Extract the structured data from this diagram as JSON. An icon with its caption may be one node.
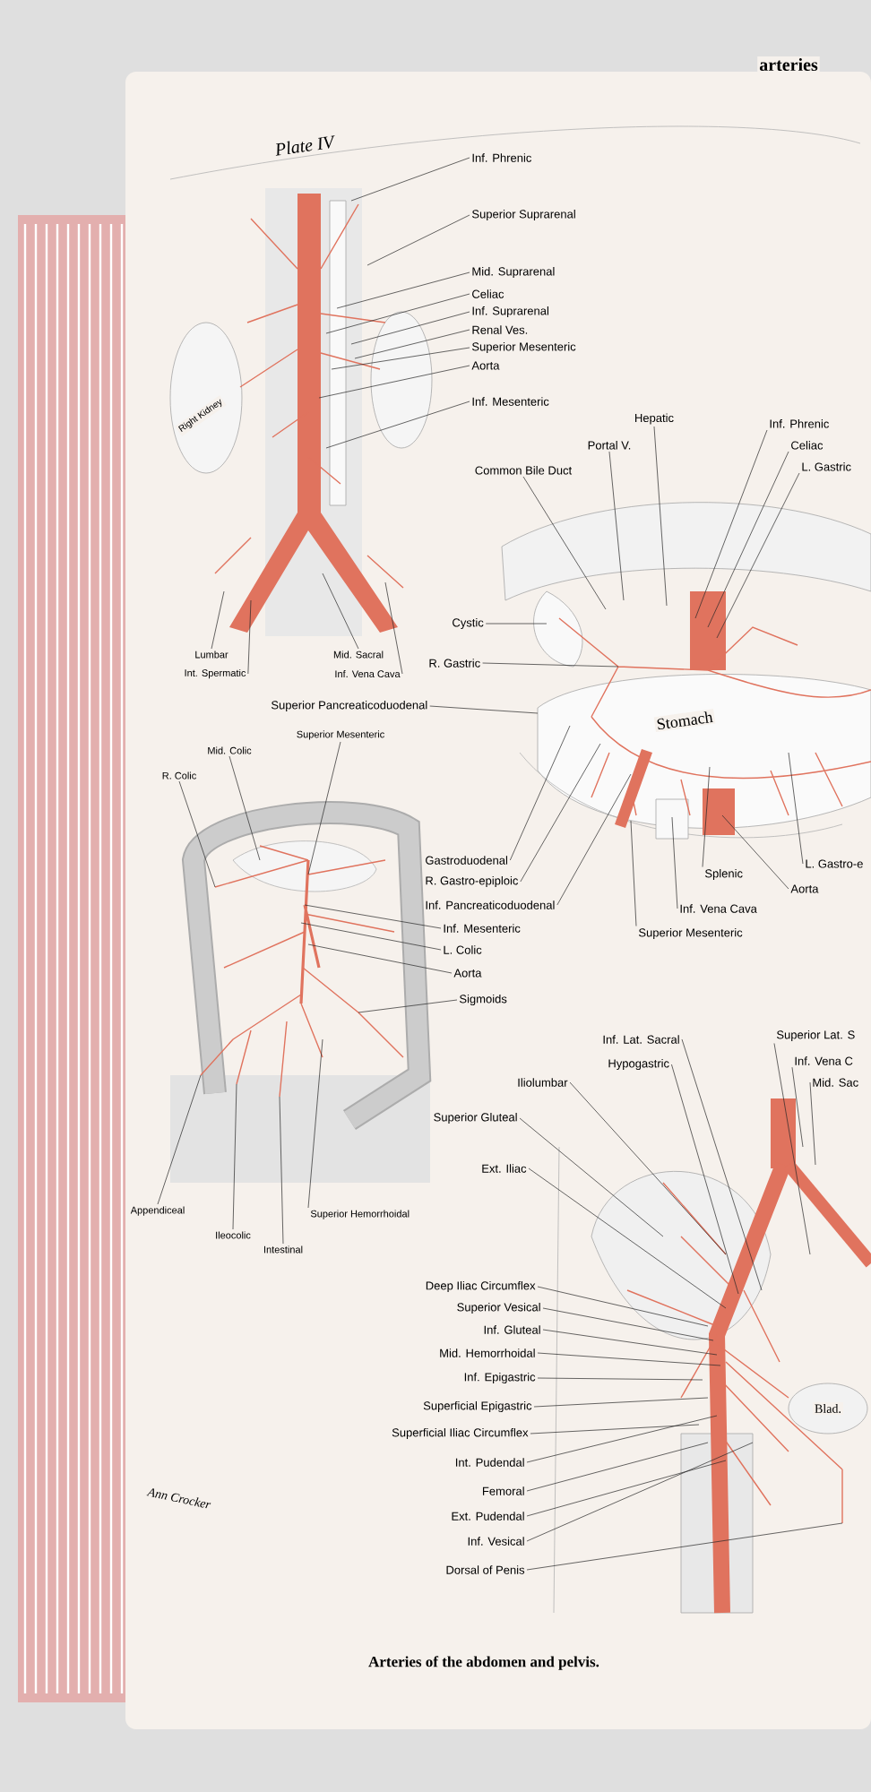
{
  "diagram": {
    "title": "Plate IV",
    "caption": "Arteries of the abdomen and pelvis.",
    "nodes": [
      {
        "text": [
          "Inf. Phrenic"
        ]
      },
      {
        "text": [
          "Superior Suprarenal"
        ]
      },
      {
        "text": [
          "Mid. Suprarenal"
        ]
      },
      {
        "text": [
          "Celiac"
        ]
      },
      {
        "text": [
          "Inf. Suprarenal"
        ]
      },
      {
        "text": [
          "Renal Ves."
        ]
      },
      {
        "text": [
          "Superior Mesenteric"
        ]
      },
      {
        "text": [
          "Aorta"
        ]
      },
      {
        "text": [
          "Inf. Mesenteric"
        ]
      },
      {
        "text": [
          "Hepatic"
        ]
      },
      {
        "text": [
          "Inf. Phrenic"
        ]
      },
      {
        "text": [
          "Portal V."
        ]
      },
      {
        "text": [
          "Celiac"
        ]
      },
      {
        "text": [
          "Common Bile Duct"
        ]
      },
      {
        "text": [
          "L. Gastric"
        ]
      },
      {
        "text": [
          "Lumbar"
        ]
      },
      {
        "text": [
          "Mid. Sacral"
        ]
      },
      {
        "text": [
          "Int. Spermatic"
        ]
      },
      {
        "text": [
          "Inf. Vena Cava"
        ]
      },
      {
        "text": [
          "Cystic"
        ]
      },
      {
        "text": [
          "R. Gastric"
        ]
      },
      {
        "text": [
          "Superior Pancreaticoduodenal"
        ]
      },
      {
        "text": [
          "Mid. Colic"
        ]
      },
      {
        "text": [
          "Superior Mesenteric"
        ]
      },
      {
        "text": [
          "R. Colic"
        ]
      },
      {
        "text": [
          "L. Gastro-e"
        ]
      },
      {
        "text": [
          "Gastroduodenal"
        ]
      },
      {
        "text": [
          "Splenic"
        ]
      },
      {
        "text": [
          "R. Gastro-epiploic"
        ]
      },
      {
        "text": [
          "Aorta"
        ]
      },
      {
        "text": [
          "Inf. Pancreaticoduodenal"
        ]
      },
      {
        "text": [
          "Inf. Vena Cava"
        ]
      },
      {
        "text": [
          "Inf. Mesenteric"
        ]
      },
      {
        "text": [
          "Superior Mesenteric"
        ]
      },
      {
        "text": [
          "L. Colic"
        ]
      },
      {
        "text": [
          "Aorta"
        ]
      },
      {
        "text": [
          "Sigmoids"
        ]
      },
      {
        "text": [
          "Inf. Lat. Sacral"
        ]
      },
      {
        "text": [
          "Superior Lat. S"
        ]
      },
      {
        "text": [
          "Hypogastric"
        ]
      },
      {
        "text": [
          "Inf. Vena C"
        ]
      },
      {
        "text": [
          "Mid. Sac"
        ]
      },
      {
        "text": [
          "Iliolumbar"
        ]
      },
      {
        "text": [
          "Superior Gluteal"
        ]
      },
      {
        "text": [
          "Ext. Iliac"
        ]
      },
      {
        "text": [
          "Appendiceal"
        ]
      },
      {
        "text": [
          "Superior Hemorrhoidal"
        ]
      },
      {
        "text": [
          "Ileocolic"
        ]
      },
      {
        "text": [
          "Intestinal"
        ]
      },
      {
        "text": [
          "Deep Iliac Circumflex"
        ]
      },
      {
        "text": [
          "Superior Vesical"
        ]
      },
      {
        "text": [
          "Inf. Gluteal"
        ]
      },
      {
        "text": [
          "Mid. Hemorrhoidal"
        ]
      },
      {
        "text": [
          "Inf. Epigastric"
        ]
      },
      {
        "text": [
          "Superficial Epigastric"
        ]
      },
      {
        "text": [
          "Superficial Iliac Circumflex"
        ]
      },
      {
        "text": [
          "Int. Pudendal"
        ]
      },
      {
        "text": [
          "Femoral"
        ]
      },
      {
        "text": [
          "Ext. Pudendal"
        ]
      },
      {
        "text": [
          "Inf. Vesical"
        ]
      },
      {
        "text": [
          "Dorsal of Penis"
        ]
      }
    ],
    "edges": [
      {
        "from": 0,
        "to": null,
        "arrow": "none"
      },
      {
        "from": 1,
        "to": null,
        "arrow": "none"
      },
      {
        "from": 2,
        "to": null,
        "arrow": "none"
      },
      {
        "from": 3,
        "to": null,
        "arrow": "none"
      },
      {
        "from": 4,
        "to": null,
        "arrow": "none"
      },
      {
        "from": 5,
        "to": null,
        "arrow": "none"
      },
      {
        "from": 6,
        "to": null,
        "arrow": "none"
      },
      {
        "from": 7,
        "to": null,
        "arrow": "none"
      },
      {
        "from": 8,
        "to": null,
        "arrow": "none"
      },
      {
        "from": 9,
        "to": null,
        "arrow": "none"
      },
      {
        "from": 10,
        "to": null,
        "arrow": "none"
      },
      {
        "from": 11,
        "to": null,
        "arrow": "none"
      },
      {
        "from": 12,
        "to": null,
        "arrow": "none"
      },
      {
        "from": 13,
        "to": null,
        "arrow": "none"
      },
      {
        "from": 14,
        "to": null,
        "arrow": "none"
      },
      {
        "from": 15,
        "to": null,
        "arrow": "none"
      },
      {
        "from": 16,
        "to": null,
        "arrow": "none"
      },
      {
        "from": 17,
        "to": null,
        "arrow": "none"
      },
      {
        "from": 18,
        "to": null,
        "arrow": "none"
      },
      {
        "from": 19,
        "to": null,
        "arrow": "none"
      },
      {
        "from": 20,
        "to": null,
        "arrow": "none"
      },
      {
        "from": 21,
        "to": null,
        "arrow": "none"
      },
      {
        "from": 22,
        "to": null,
        "arrow": "none"
      },
      {
        "from": 23,
        "to": null,
        "arrow": "none"
      },
      {
        "from": 24,
        "to": null,
        "arrow": "none"
      },
      {
        "from": 25,
        "to": null,
        "arrow": "none"
      },
      {
        "from": 26,
        "to": null,
        "arrow": "none"
      },
      {
        "from": 27,
        "to": null,
        "arrow": "none"
      },
      {
        "from": 28,
        "to": null,
        "arrow": "none"
      },
      {
        "from": 29,
        "to": null,
        "arrow": "none"
      },
      {
        "from": 30,
        "to": null,
        "arrow": "none"
      },
      {
        "from": 31,
        "to": null,
        "arrow": "none"
      },
      {
        "from": 32,
        "to": null,
        "arrow": "none"
      },
      {
        "from": 33,
        "to": null,
        "arrow": "none"
      },
      {
        "from": 34,
        "to": null,
        "arrow": "none"
      },
      {
        "from": 35,
        "to": null,
        "arrow": "none"
      },
      {
        "from": 36,
        "to": null,
        "arrow": "none"
      },
      {
        "from": 37,
        "to": null,
        "arrow": "none"
      },
      {
        "from": 38,
        "to": null,
        "arrow": "none"
      },
      {
        "from": 39,
        "to": null,
        "arrow": "none"
      },
      {
        "from": 40,
        "to": null,
        "arrow": "none"
      },
      {
        "from": 41,
        "to": null,
        "arrow": "none"
      },
      {
        "from": 42,
        "to": null,
        "arrow": "none"
      },
      {
        "from": 43,
        "to": null,
        "arrow": "none"
      },
      {
        "from": 44,
        "to": null,
        "arrow": "none"
      },
      {
        "from": 45,
        "to": null,
        "arrow": "none"
      },
      {
        "from": 46,
        "to": null,
        "arrow": "none"
      },
      {
        "from": 47,
        "to": null,
        "arrow": "none"
      },
      {
        "from": 48,
        "to": null,
        "arrow": "none"
      },
      {
        "from": 49,
        "to": null,
        "arrow": "none"
      },
      {
        "from": 50,
        "to": null,
        "arrow": "none"
      },
      {
        "from": 51,
        "to": null,
        "arrow": "none"
      },
      {
        "from": 52,
        "to": null,
        "arrow": "none"
      },
      {
        "from": 53,
        "to": null,
        "arrow": "none"
      },
      {
        "from": 54,
        "to": null,
        "arrow": "none"
      },
      {
        "from": 55,
        "to": null,
        "arrow": "none"
      },
      {
        "from": 56,
        "to": null,
        "arrow": "none"
      },
      {
        "from": 57,
        "to": null,
        "arrow": "none"
      },
      {
        "from": 58,
        "to": null,
        "arrow": "none"
      },
      {
        "from": 59,
        "to": null,
        "arrow": "none"
      },
      {
        "from": 60,
        "to": null,
        "arrow": "none"
      }
    ],
    "labels": [
      "arteries",
      "Right Kidney",
      "Stomach",
      "Blad.",
      "Ann Crocker"
    ]
  }
}
